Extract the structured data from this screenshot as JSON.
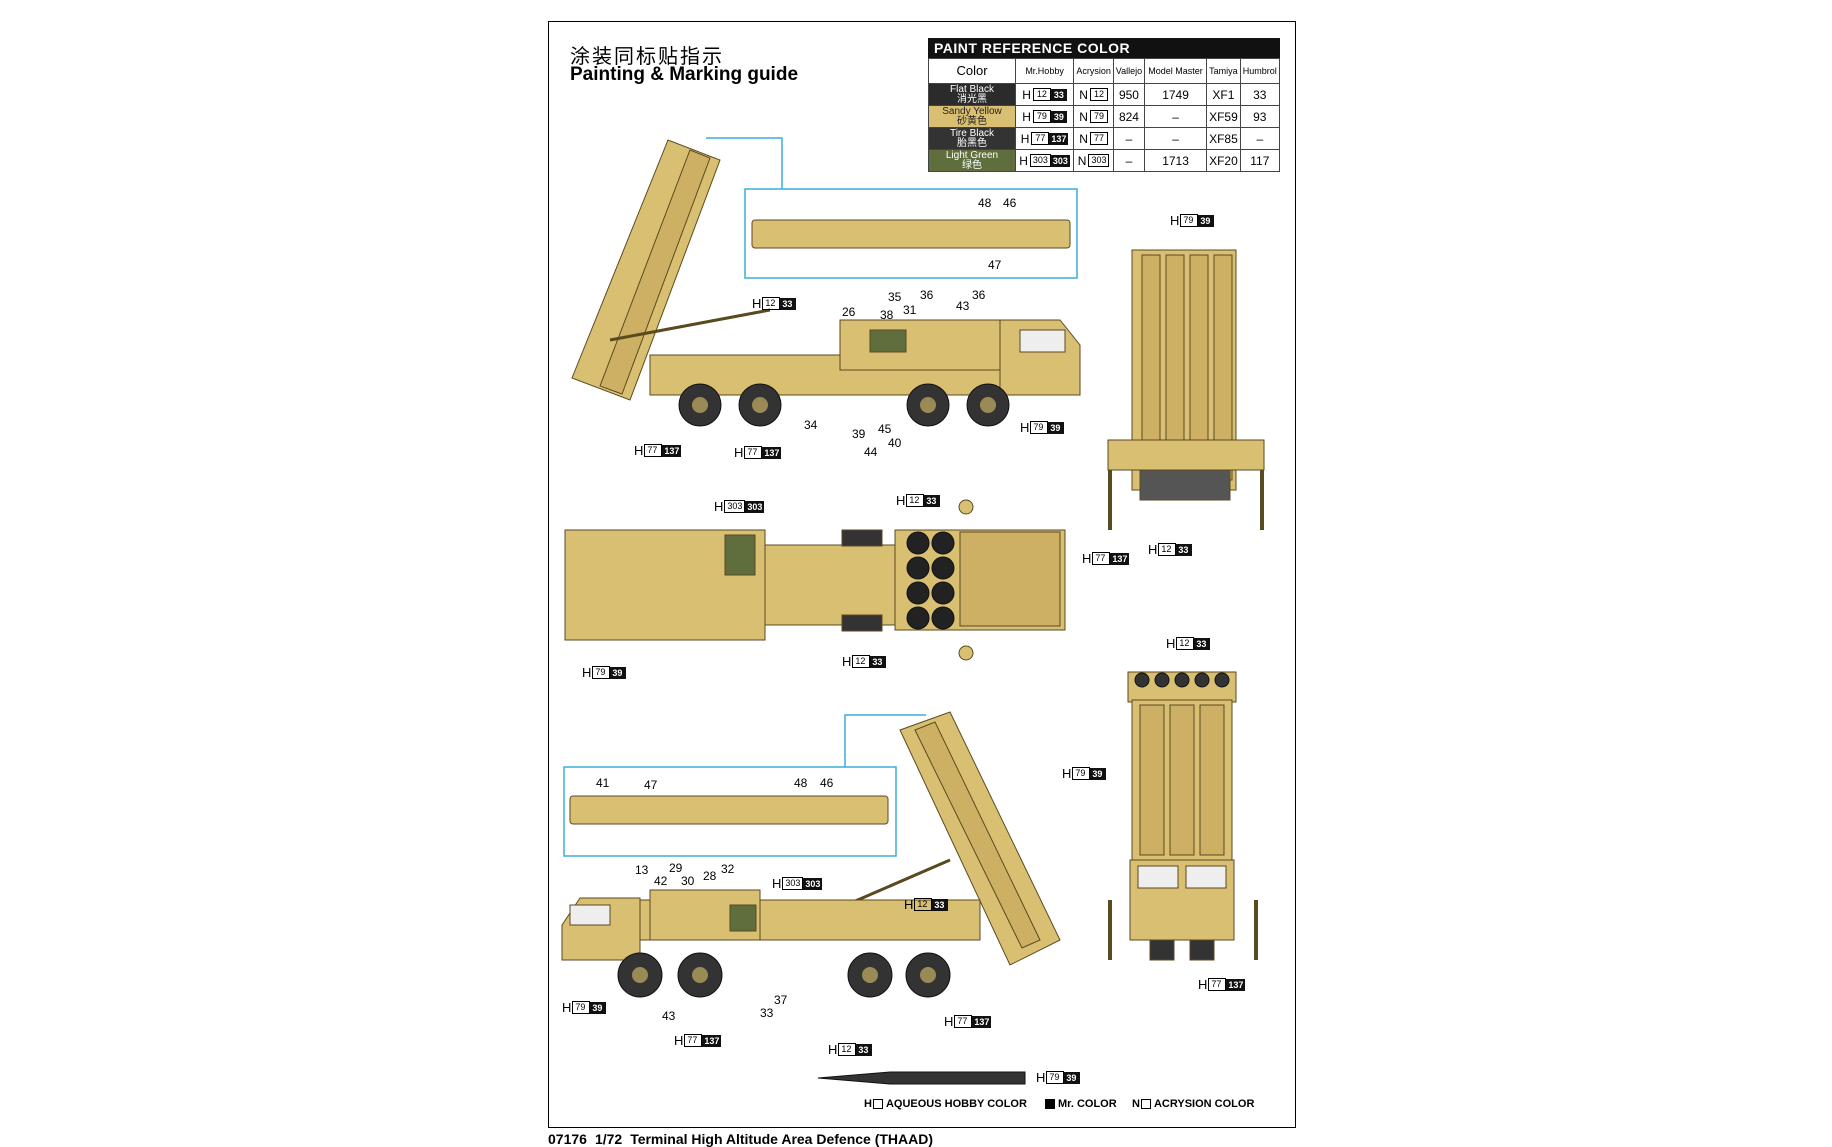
{
  "header": {
    "title_cn": "涂装同标贴指示",
    "title_en": "Painting & Marking guide"
  },
  "paint_table": {
    "title": "PAINT  REFERENCE COLOR",
    "columns": [
      "Color",
      "Mr.Hobby",
      "Acrysion",
      "Vallejo",
      "Model Master",
      "Tamiya",
      "Humbrol"
    ],
    "rows": [
      {
        "name_en": "Flat Black",
        "name_cn": "消光黑",
        "swatch": "#2b2b2b",
        "mrhobby": "12",
        "mrhobby2": "33",
        "acrysion": "12",
        "vallejo": "950",
        "model_master": "1749",
        "tamiya": "XF1",
        "humbrol": "33"
      },
      {
        "name_en": "Sandy Yellow",
        "name_cn": "砂黄色",
        "swatch": "#d9bf72",
        "mrhobby": "79",
        "mrhobby2": "39",
        "acrysion": "79",
        "vallejo": "824",
        "model_master": "–",
        "tamiya": "XF59",
        "humbrol": "93"
      },
      {
        "name_en": "Tire Black",
        "name_cn": "胎黑色",
        "swatch": "#333333",
        "mrhobby": "77",
        "mrhobby2": "137",
        "acrysion": "77",
        "vallejo": "–",
        "model_master": "–",
        "tamiya": "XF85",
        "humbrol": "–"
      },
      {
        "name_en": "Light Green",
        "name_cn": "绿色",
        "swatch": "#5f6e3c",
        "mrhobby": "303",
        "mrhobby2": "303",
        "acrysion": "303",
        "vallejo": "–",
        "model_master": "1713",
        "tamiya": "XF20",
        "humbrol": "117"
      }
    ]
  },
  "labels": {
    "H": "H",
    "N": "N"
  },
  "callouts": {
    "c1": {
      "a": "12",
      "b": "33"
    },
    "c2": {
      "a": "77",
      "b": "137"
    },
    "c3": {
      "a": "77",
      "b": "137"
    },
    "c4": {
      "a": "79",
      "b": "39"
    },
    "c5": {
      "a": "79",
      "b": "39"
    },
    "c6": {
      "a": "77",
      "b": "137"
    },
    "c7": {
      "a": "12",
      "b": "33"
    },
    "c8": {
      "a": "303",
      "b": "303"
    },
    "c9": {
      "a": "12",
      "b": "33"
    },
    "c10": {
      "a": "79",
      "b": "39"
    },
    "c11": {
      "a": "12",
      "b": "33"
    },
    "c12": {
      "a": "12",
      "b": "33"
    },
    "c13": {
      "a": "79",
      "b": "39"
    },
    "c14": {
      "a": "303",
      "b": "303"
    },
    "c15": {
      "a": "12",
      "b": "33"
    },
    "c16": {
      "a": "79",
      "b": "39"
    },
    "c17": {
      "a": "77",
      "b": "137"
    },
    "c18": {
      "a": "77",
      "b": "137"
    },
    "c19": {
      "a": "77",
      "b": "137"
    },
    "c20": {
      "a": "12",
      "b": "33"
    },
    "c21": {
      "a": "79",
      "b": "39"
    }
  },
  "part_numbers": {
    "n48a": "48",
    "n46a": "46",
    "n47a": "47",
    "n26": "26",
    "n35": "35",
    "n38": "38",
    "n31": "31",
    "n36a": "36",
    "n36b": "36",
    "n43a": "43",
    "n34": "34",
    "n39": "39",
    "n45": "45",
    "n40": "40",
    "n44": "44",
    "n41": "41",
    "n47b": "47",
    "n48b": "48",
    "n46b": "46",
    "n13": "13",
    "n29": "29",
    "n42": "42",
    "n30": "30",
    "n28": "28",
    "n32": "32",
    "n43b": "43",
    "n37": "37",
    "n33": "33"
  },
  "legend": {
    "aqueous": "AQUEOUS HOBBY COLOR",
    "mr": "Mr. COLOR",
    "acrysion": "ACRYSION COLOR"
  },
  "footer": {
    "code": "07176",
    "scale": "1/72",
    "name": "Terminal High Altitude Area Defence (THAAD)"
  }
}
